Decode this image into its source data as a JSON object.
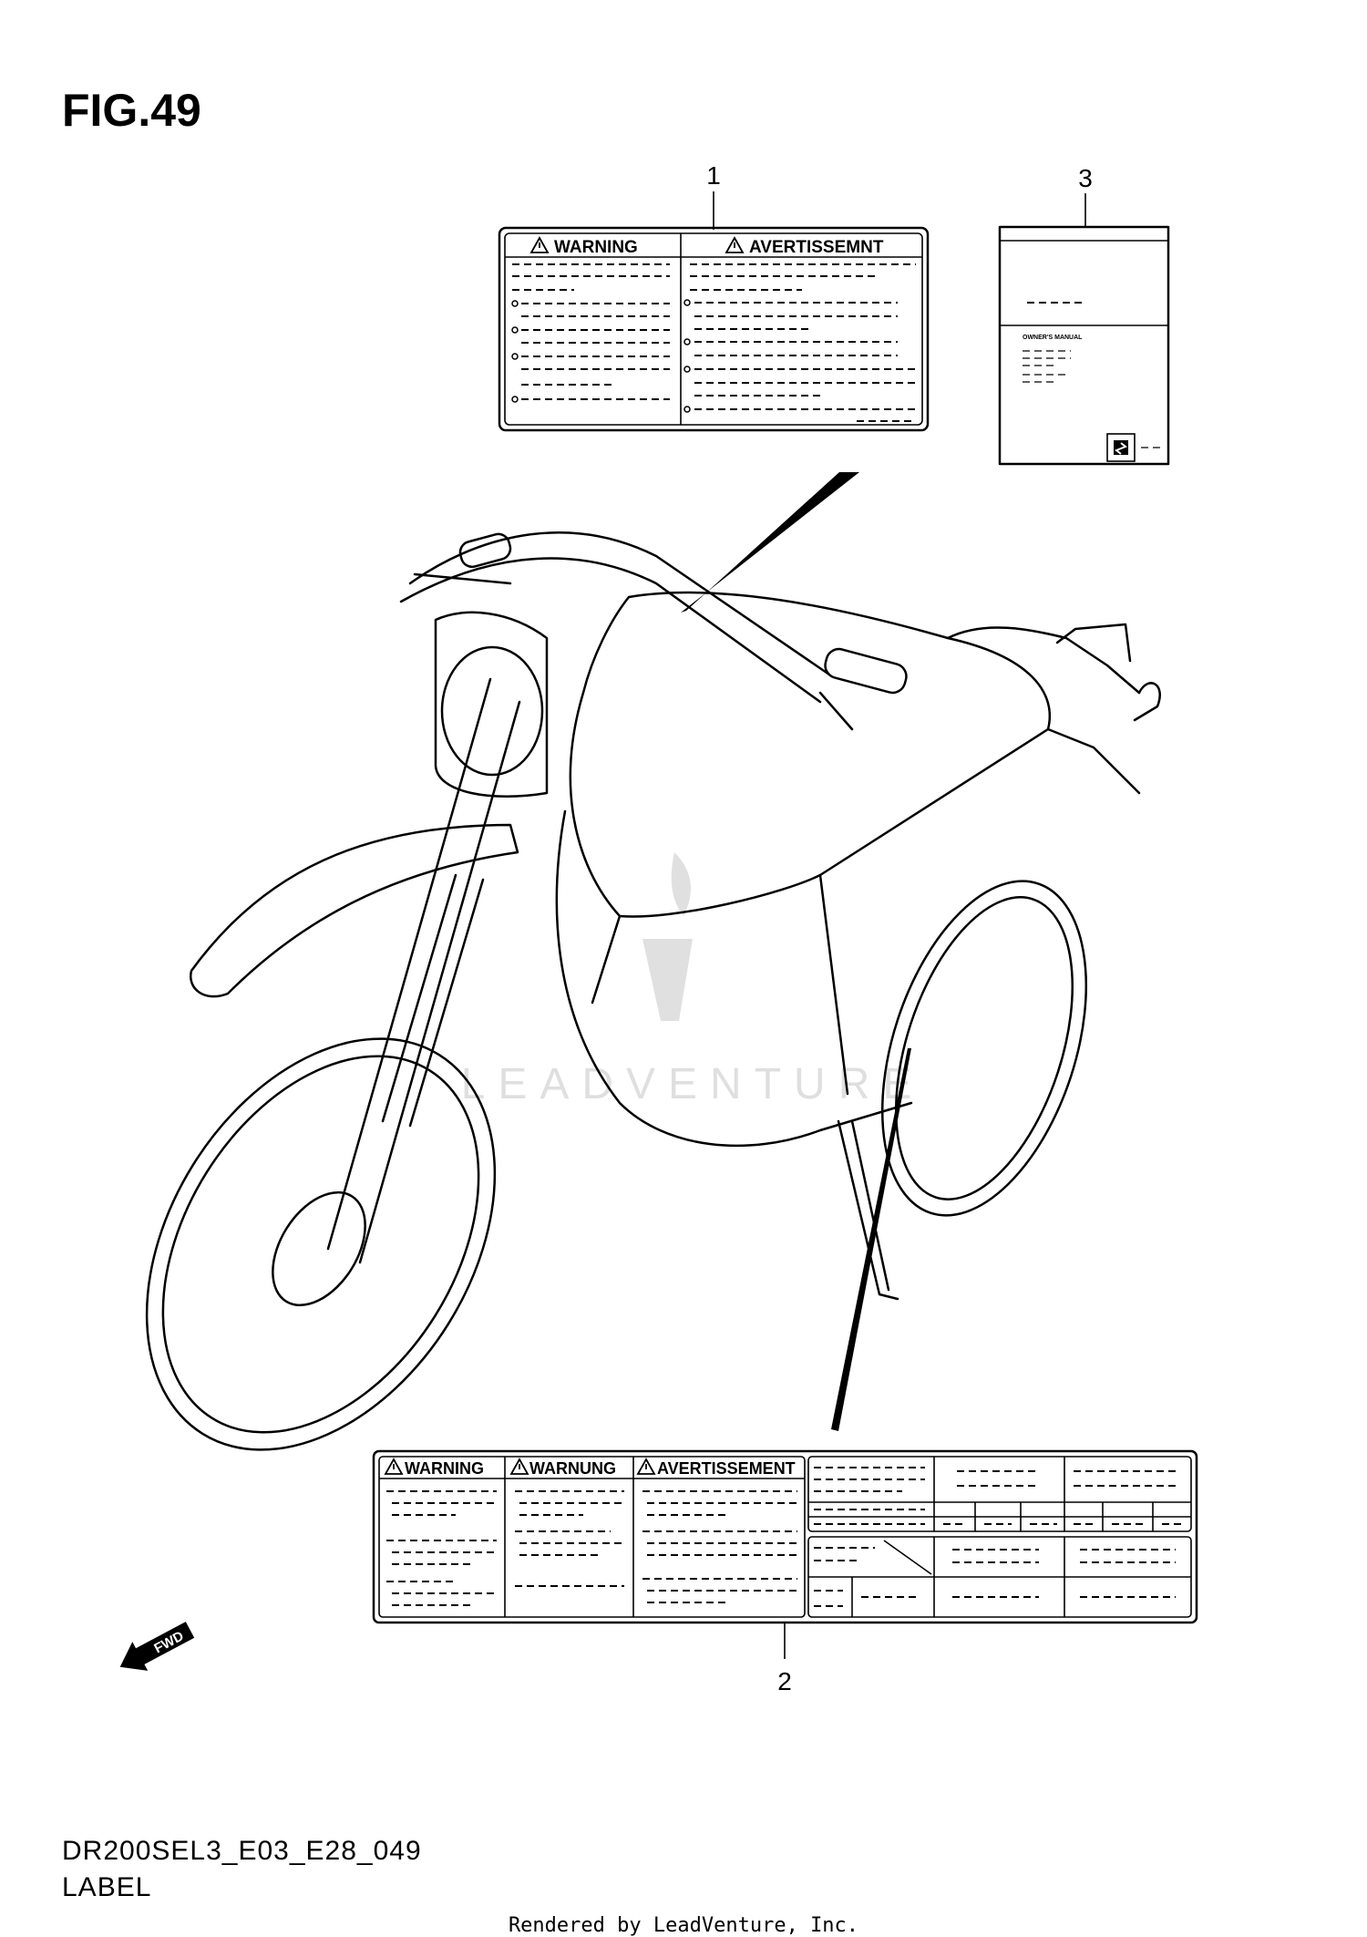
{
  "figure": {
    "title": "FIG.49",
    "code": "DR200SEL3_E03_E28_049",
    "name": "LABEL"
  },
  "callouts": {
    "c1": "1",
    "c2": "2",
    "c3": "3"
  },
  "label1": {
    "header_left": "WARNING",
    "header_right": "AVERTISSEMNT"
  },
  "label2": {
    "h1": "WARNING",
    "h2": "WARNUNG",
    "h3": "AVERTISSEMENT"
  },
  "label3": {
    "title": "OWNER'S MANUAL"
  },
  "fwd": "FWD",
  "watermark": "LEADVENTURE",
  "footer": "Rendered by LeadVenture, Inc.",
  "icons": [
    "warning-triangle-icon",
    "suzuki-logo-icon",
    "fwd-arrow-icon"
  ]
}
